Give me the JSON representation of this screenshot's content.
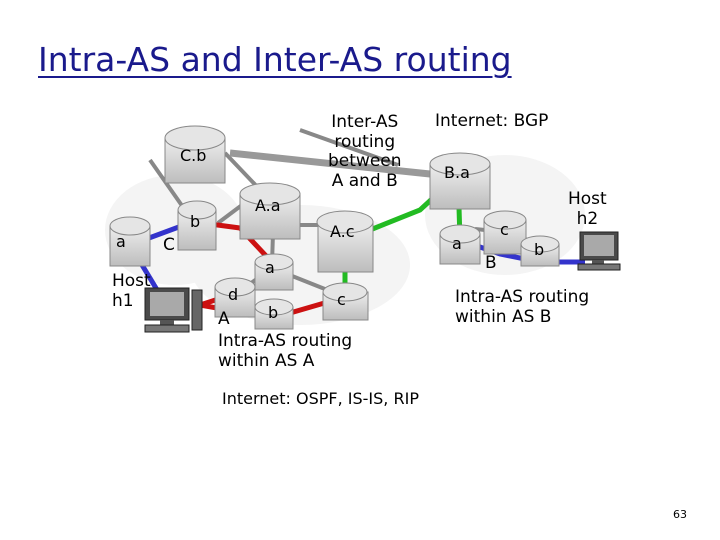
{
  "title": "Intra-AS and Inter-AS routing",
  "labels": {
    "inter_as": "Inter-AS\nrouting\nbetween\nA and B",
    "internet_bgp": "Internet: BGP",
    "host_h2": "Host\nh2",
    "host_h1": "Host\nh1",
    "as_c": "C",
    "as_a": "A",
    "as_b": "B",
    "intra_a": "Intra-AS routing\nwithin AS A",
    "intra_b": "Intra-AS routing\nwithin AS B",
    "internet_igp": "Internet: OSPF, IS-IS, RIP"
  },
  "routers": {
    "cb": "C.b",
    "ca": "a",
    "cbb": "b",
    "aa": "A.a",
    "ac": "A.c",
    "ad": "d",
    "ab": "b",
    "asmall": "a",
    "acc": "c",
    "ba": "B.a",
    "baa": "a",
    "bc": "c",
    "bb": "b"
  },
  "page_number": "63",
  "colors": {
    "title": "#1a1a8c",
    "router_fill": "#d9d9d9",
    "link": "#888888",
    "path_blue": "#3333cc",
    "path_red": "#cc1111",
    "path_green": "#22bb22"
  }
}
